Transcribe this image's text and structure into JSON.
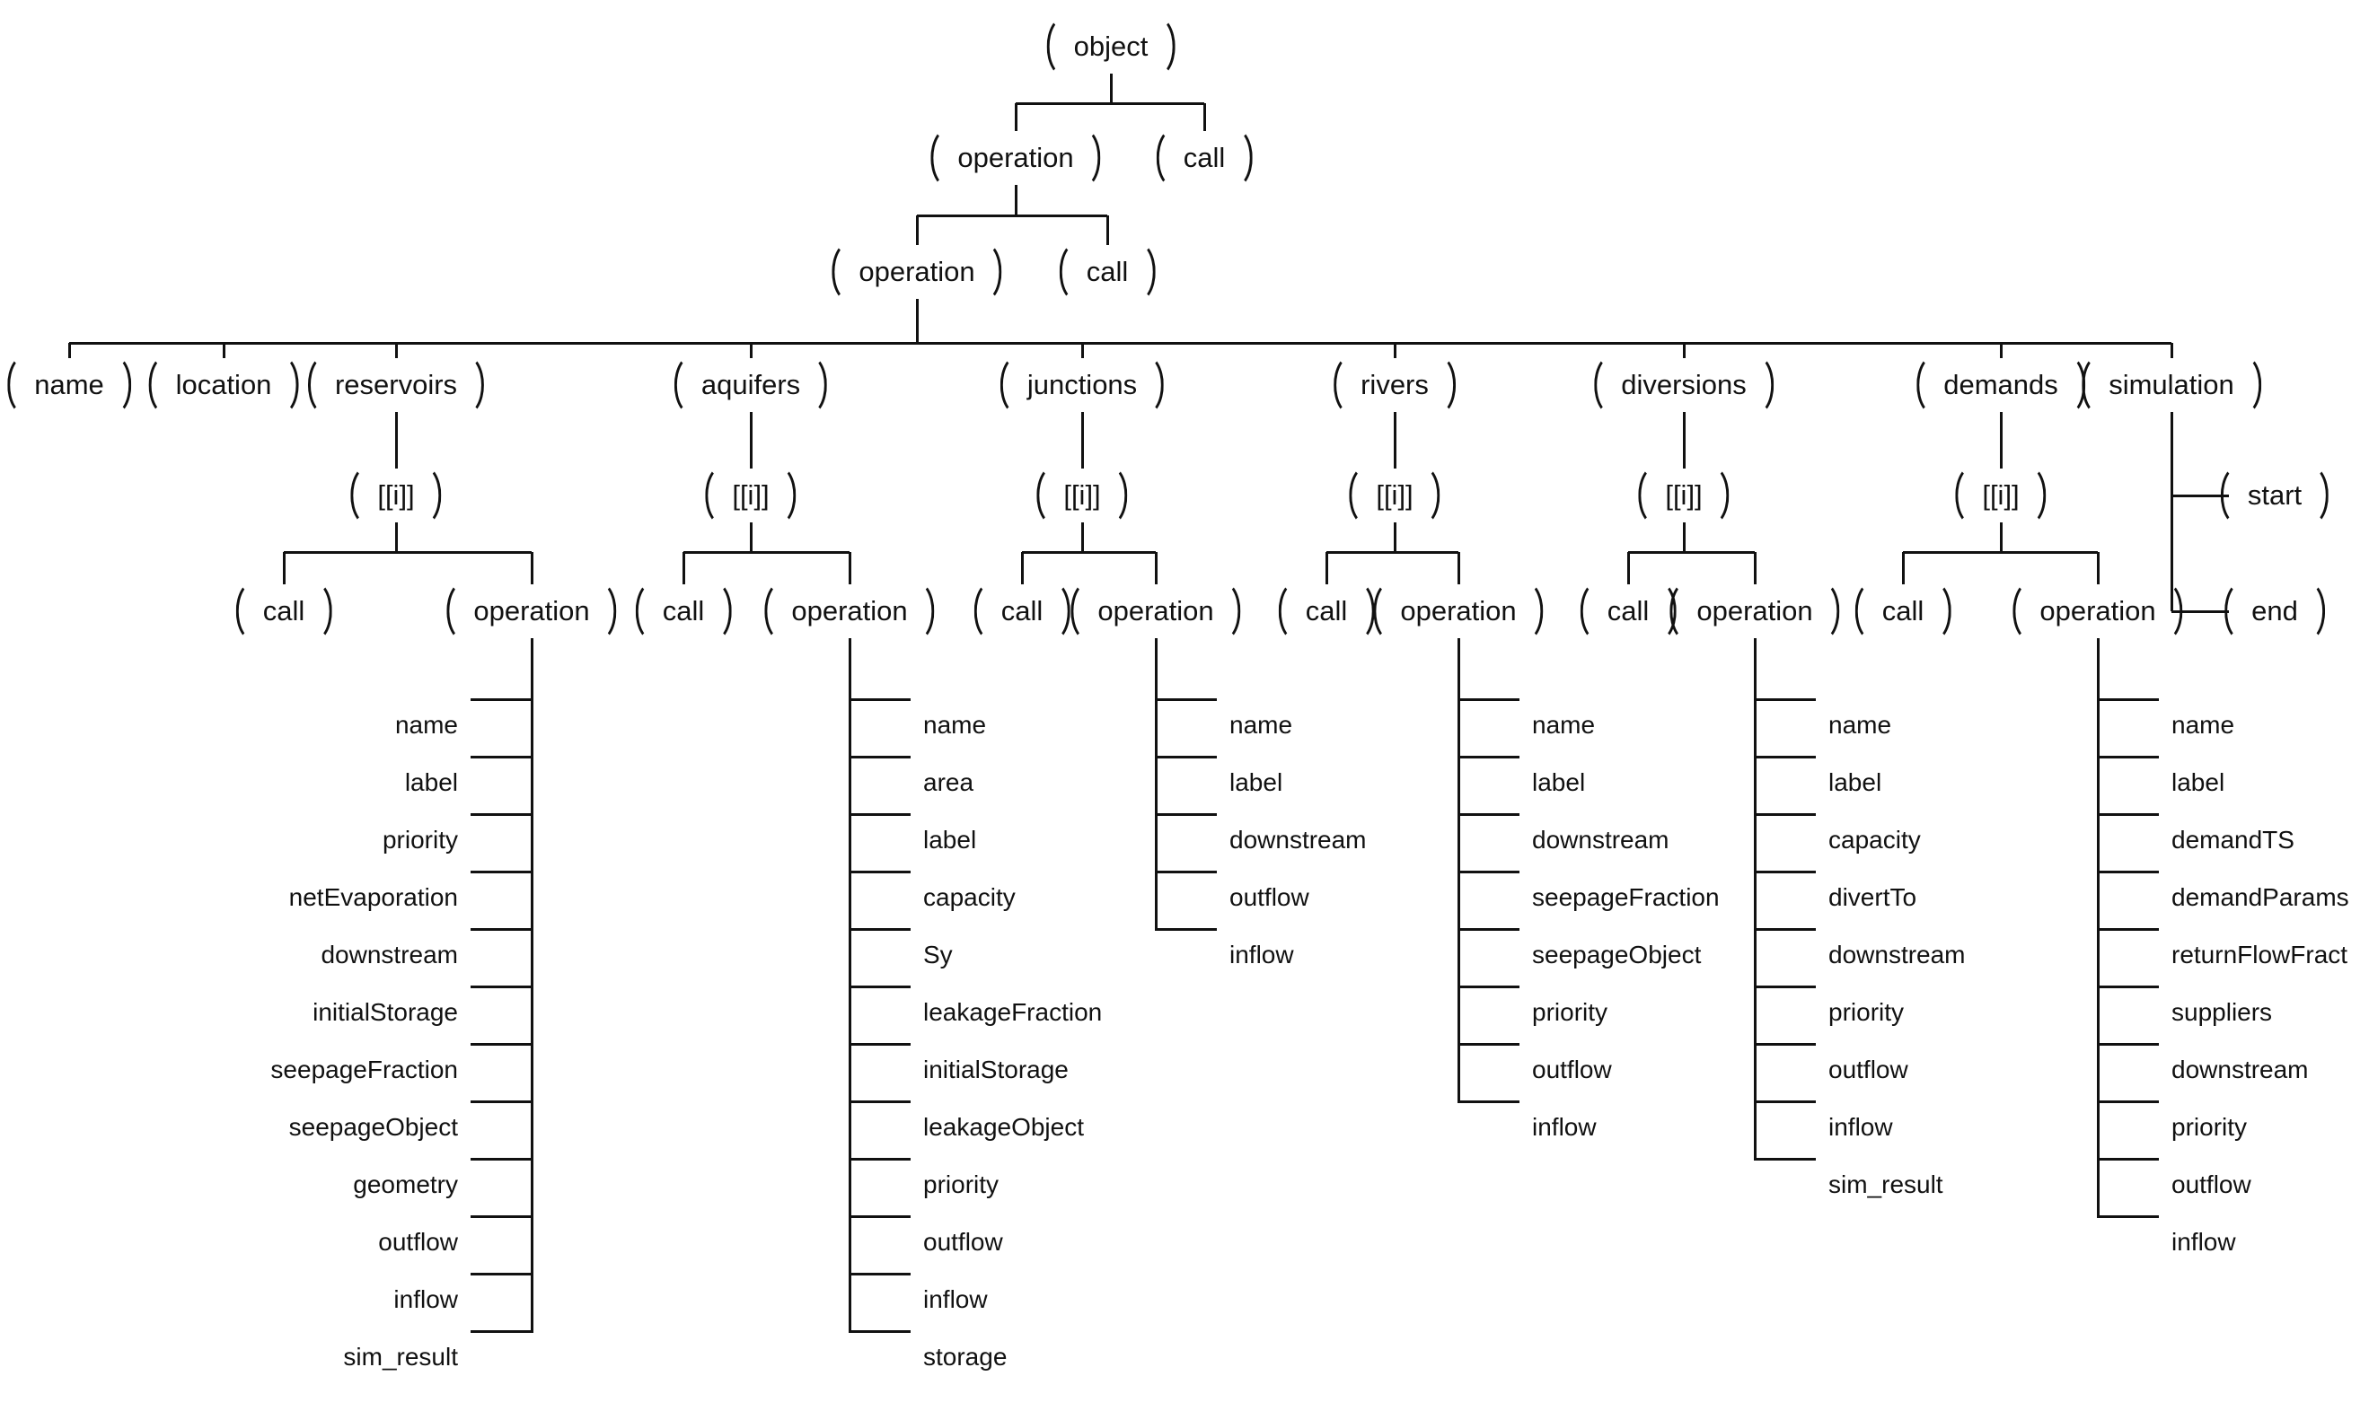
{
  "tree": {
    "root": "object",
    "l1": {
      "operation": "operation",
      "call": "call"
    },
    "l2": {
      "operation": "operation",
      "call": "call"
    },
    "branches": {
      "name": {
        "label": "name"
      },
      "location": {
        "label": "location"
      },
      "reservoirs": {
        "label": "reservoirs",
        "index": "[[i]]",
        "call": "call",
        "operation": "operation",
        "attrs": [
          "name",
          "label",
          "priority",
          "netEvaporation",
          "downstream",
          "initialStorage",
          "seepageFraction",
          "seepageObject",
          "geometry",
          "outflow",
          "inflow",
          "sim_result"
        ]
      },
      "aquifers": {
        "label": "aquifers",
        "index": "[[i]]",
        "call": "call",
        "operation": "operation",
        "attrs": [
          "name",
          "area",
          "label",
          "capacity",
          "Sy",
          "leakageFraction",
          "initialStorage",
          "leakageObject",
          "priority",
          "outflow",
          "inflow",
          "storage"
        ]
      },
      "junctions": {
        "label": "junctions",
        "index": "[[i]]",
        "call": "call",
        "operation": "operation",
        "attrs": [
          "name",
          "label",
          "downstream",
          "outflow",
          "inflow"
        ]
      },
      "rivers": {
        "label": "rivers",
        "index": "[[i]]",
        "call": "call",
        "operation": "operation",
        "attrs": [
          "name",
          "label",
          "downstream",
          "seepageFraction",
          "seepageObject",
          "priority",
          "outflow",
          "inflow"
        ]
      },
      "diversions": {
        "label": "diversions",
        "index": "[[i]]",
        "call": "call",
        "operation": "operation",
        "attrs": [
          "name",
          "label",
          "capacity",
          "divertTo",
          "downstream",
          "priority",
          "outflow",
          "inflow",
          "sim_result"
        ]
      },
      "demands": {
        "label": "demands",
        "index": "[[i]]",
        "call": "call",
        "operation": "operation",
        "attrs": [
          "name",
          "label",
          "demandTS",
          "demandParams",
          "returnFlowFract",
          "suppliers",
          "downstream",
          "priority",
          "outflow",
          "inflow"
        ]
      },
      "simulation": {
        "label": "simulation",
        "start": "start",
        "end": "end"
      }
    },
    "colors": {
      "line": "#111111",
      "text": "#111111",
      "background": "#ffffff"
    }
  }
}
